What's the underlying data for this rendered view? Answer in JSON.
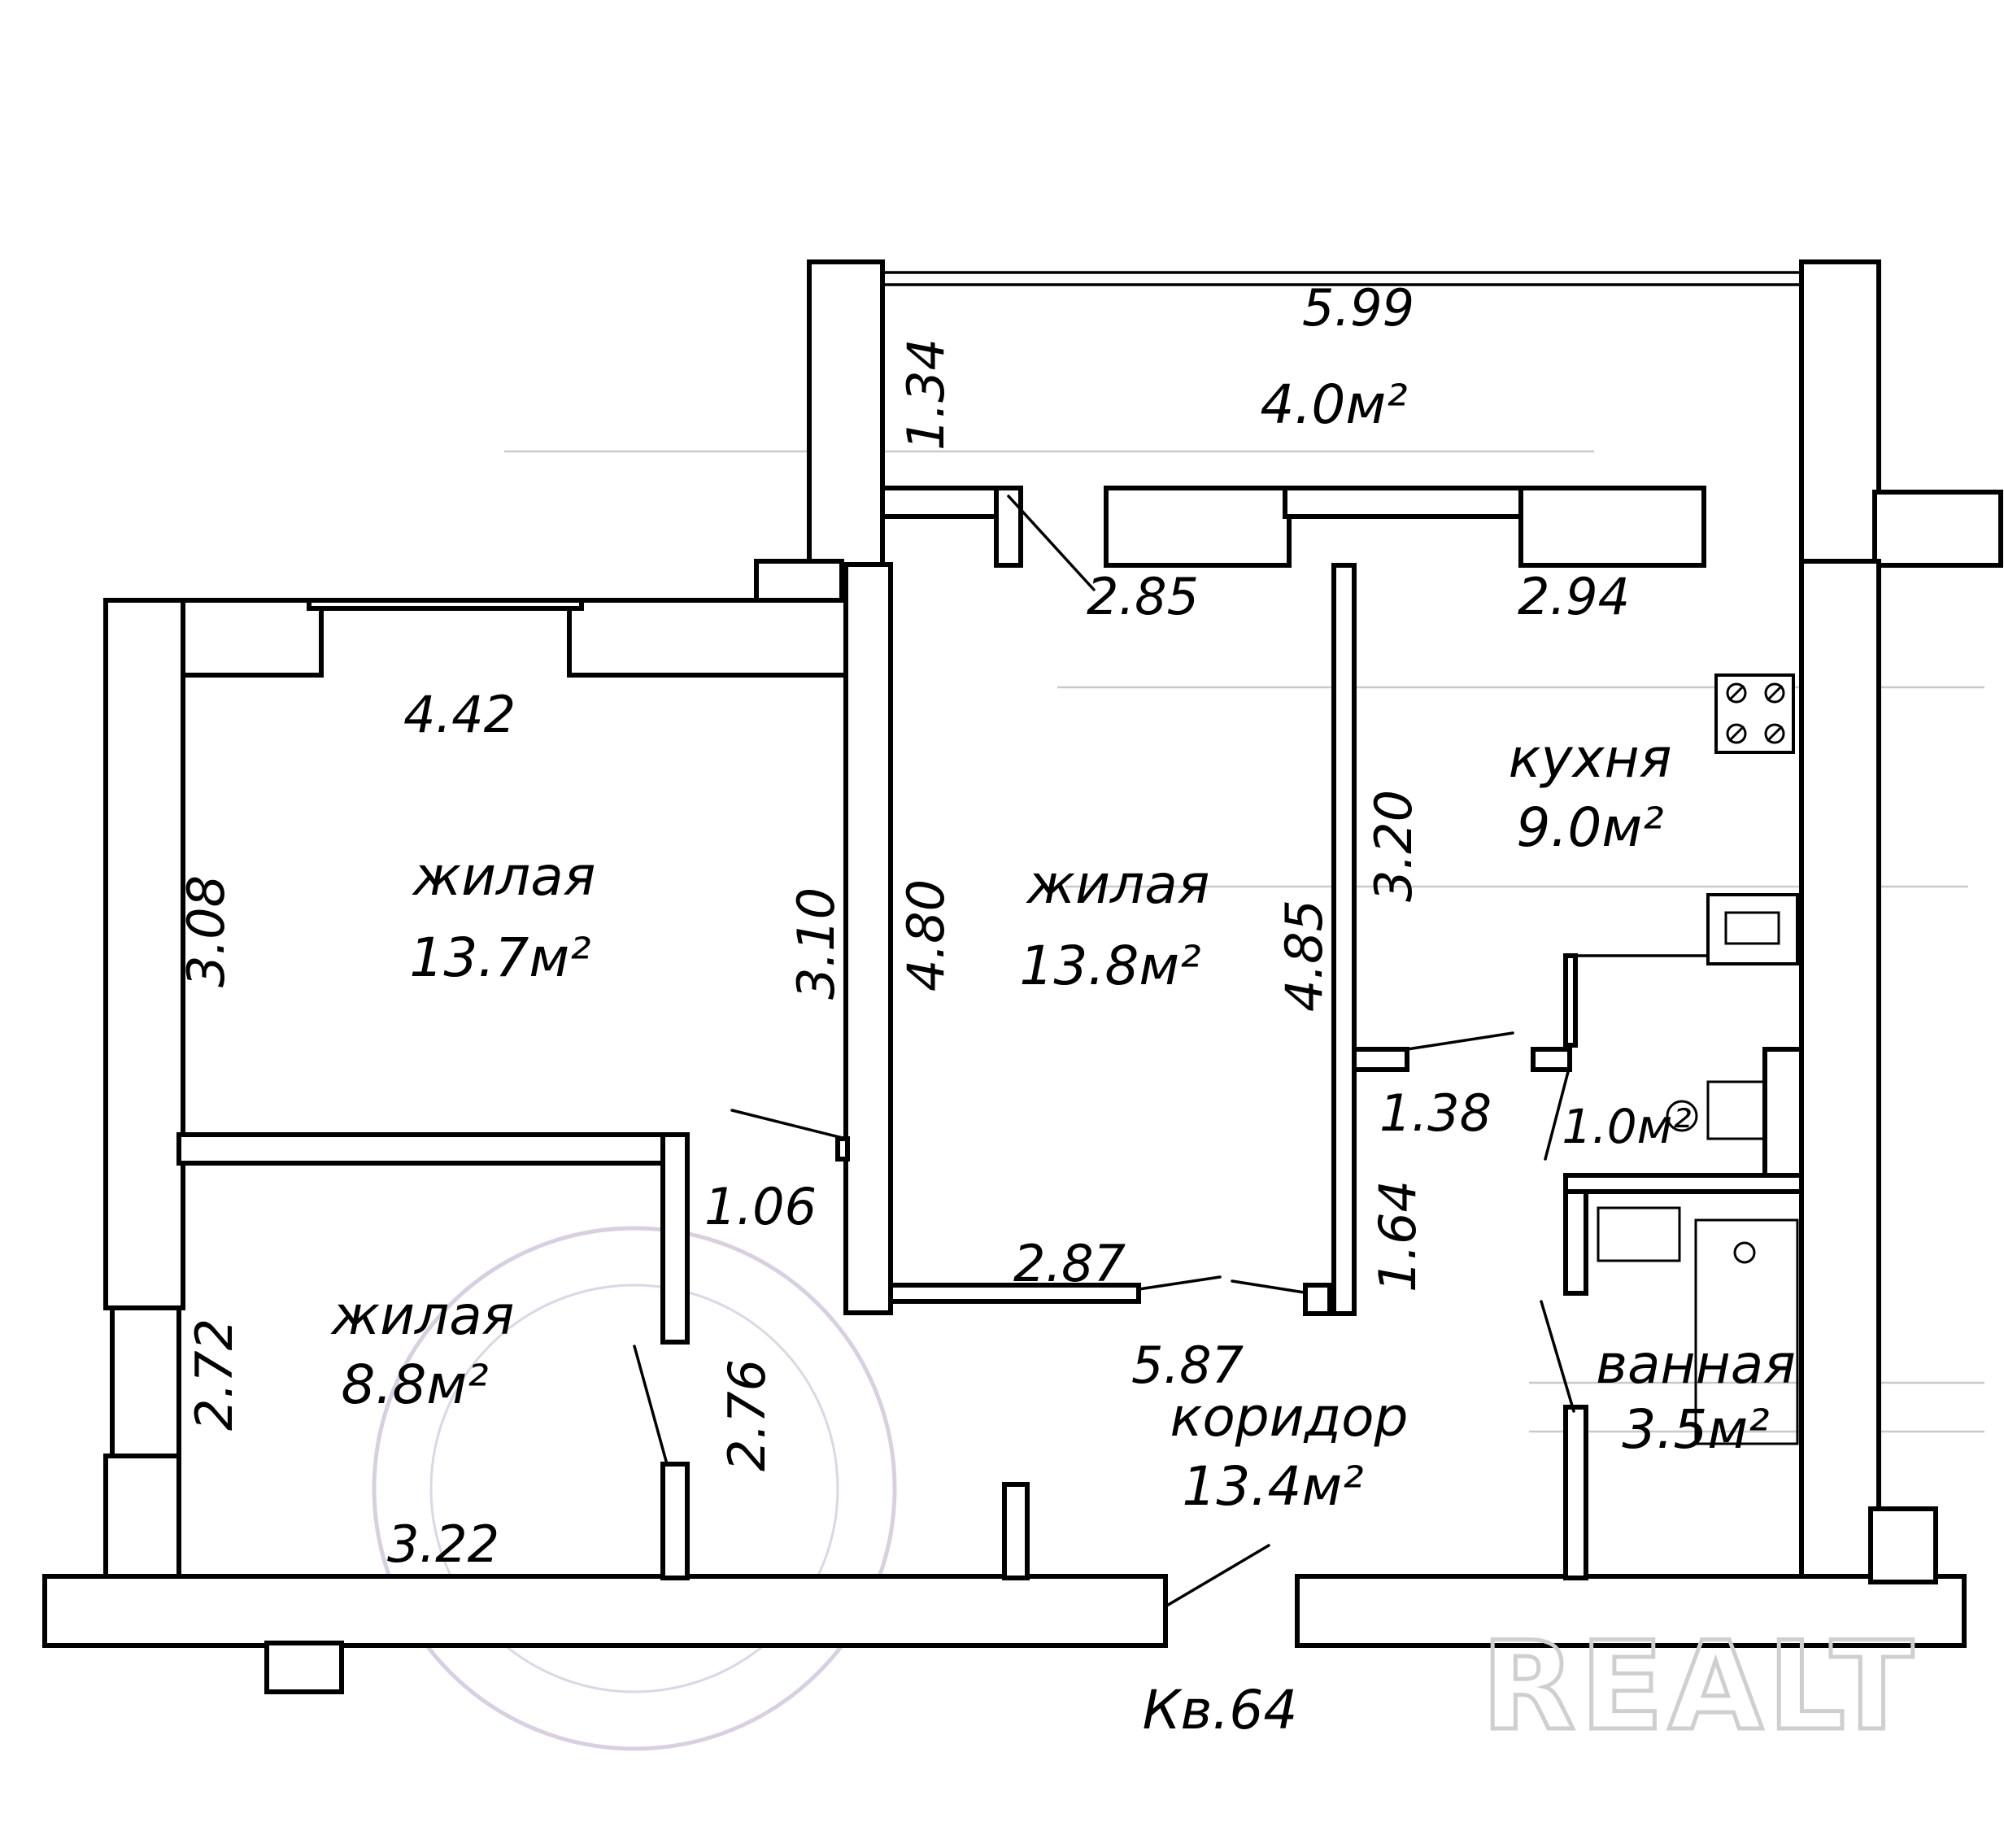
{
  "apartment": {
    "label": "Кв.64"
  },
  "watermark": {
    "text": "REALT"
  },
  "rooms": {
    "balcony": {
      "area": "4.0м²",
      "width": "5.99",
      "depth": "1.34"
    },
    "living_1": {
      "name": "жилая",
      "area": "13.7м²",
      "width": "4.42",
      "left_depth": "3.08",
      "right_depth": "3.10"
    },
    "living_2": {
      "name": "жилая",
      "area": "13.8м²",
      "top_width": "2.85",
      "bottom_width": "2.87",
      "left_depth": "4.80",
      "right_depth": "4.85"
    },
    "kitchen": {
      "name": "кухня",
      "area": "9.0м²",
      "width": "2.94",
      "depth": "3.20"
    },
    "living_3": {
      "name": "жилая",
      "area": "8.8м²",
      "width": "3.22",
      "left_depth": "2.72",
      "right_depth": "2.76"
    },
    "wc": {
      "area": "1.0м²"
    },
    "bathroom": {
      "name": "ванная",
      "area": "3.5м²"
    },
    "corridor": {
      "name": "коридор",
      "area": "13.4м²",
      "length": "5.87",
      "width_a": "1.06",
      "width_b": "1.38",
      "width_c": "1.64"
    }
  },
  "icons": [
    "stove-icon",
    "sink-icon",
    "toilet-icon",
    "washbasin-icon",
    "bathtub-icon",
    "official-stamp"
  ]
}
